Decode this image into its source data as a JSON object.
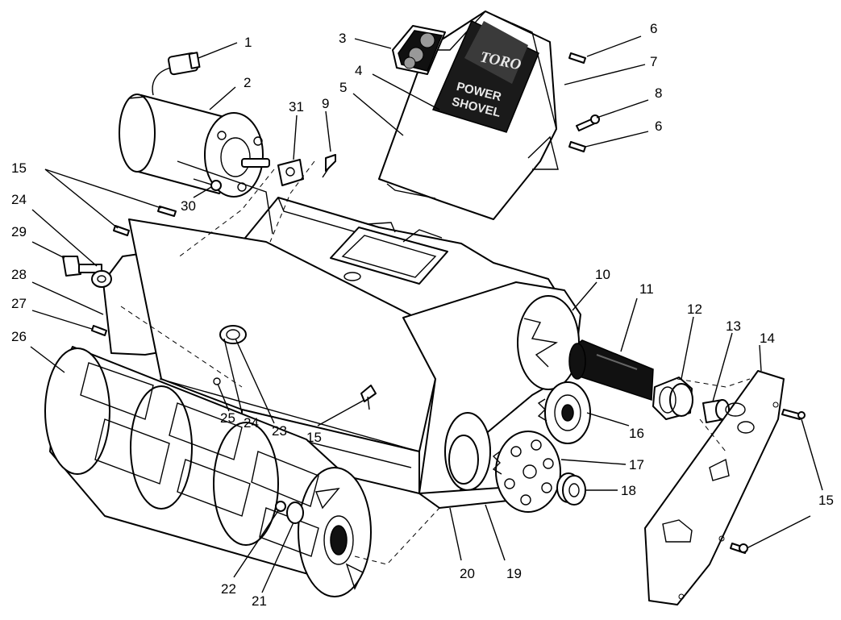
{
  "decal": {
    "brand": "TORO",
    "line1": "POWER",
    "line2": "SHOVEL"
  },
  "callouts": [
    {
      "id": "c1",
      "label": "1"
    },
    {
      "id": "c2",
      "label": "2"
    },
    {
      "id": "c3",
      "label": "3"
    },
    {
      "id": "c4",
      "label": "4"
    },
    {
      "id": "c5",
      "label": "5"
    },
    {
      "id": "c6a",
      "label": "6"
    },
    {
      "id": "c7",
      "label": "7"
    },
    {
      "id": "c8",
      "label": "8"
    },
    {
      "id": "c6b",
      "label": "6"
    },
    {
      "id": "c31",
      "label": "31"
    },
    {
      "id": "c9",
      "label": "9"
    },
    {
      "id": "c15a",
      "label": "15"
    },
    {
      "id": "c30",
      "label": "30"
    },
    {
      "id": "c24a",
      "label": "24"
    },
    {
      "id": "c29",
      "label": "29"
    },
    {
      "id": "c28",
      "label": "28"
    },
    {
      "id": "c27",
      "label": "27"
    },
    {
      "id": "c26",
      "label": "26"
    },
    {
      "id": "c10",
      "label": "10"
    },
    {
      "id": "c11",
      "label": "11"
    },
    {
      "id": "c12",
      "label": "12"
    },
    {
      "id": "c13",
      "label": "13"
    },
    {
      "id": "c14",
      "label": "14"
    },
    {
      "id": "c16",
      "label": "16"
    },
    {
      "id": "c17",
      "label": "17"
    },
    {
      "id": "c18",
      "label": "18"
    },
    {
      "id": "c15b",
      "label": "15"
    },
    {
      "id": "c15c",
      "label": "15"
    },
    {
      "id": "c25",
      "label": "25"
    },
    {
      "id": "c24b",
      "label": "24"
    },
    {
      "id": "c23",
      "label": "23"
    },
    {
      "id": "c20",
      "label": "20"
    },
    {
      "id": "c19",
      "label": "19"
    },
    {
      "id": "c22",
      "label": "22"
    },
    {
      "id": "c21",
      "label": "21"
    }
  ]
}
